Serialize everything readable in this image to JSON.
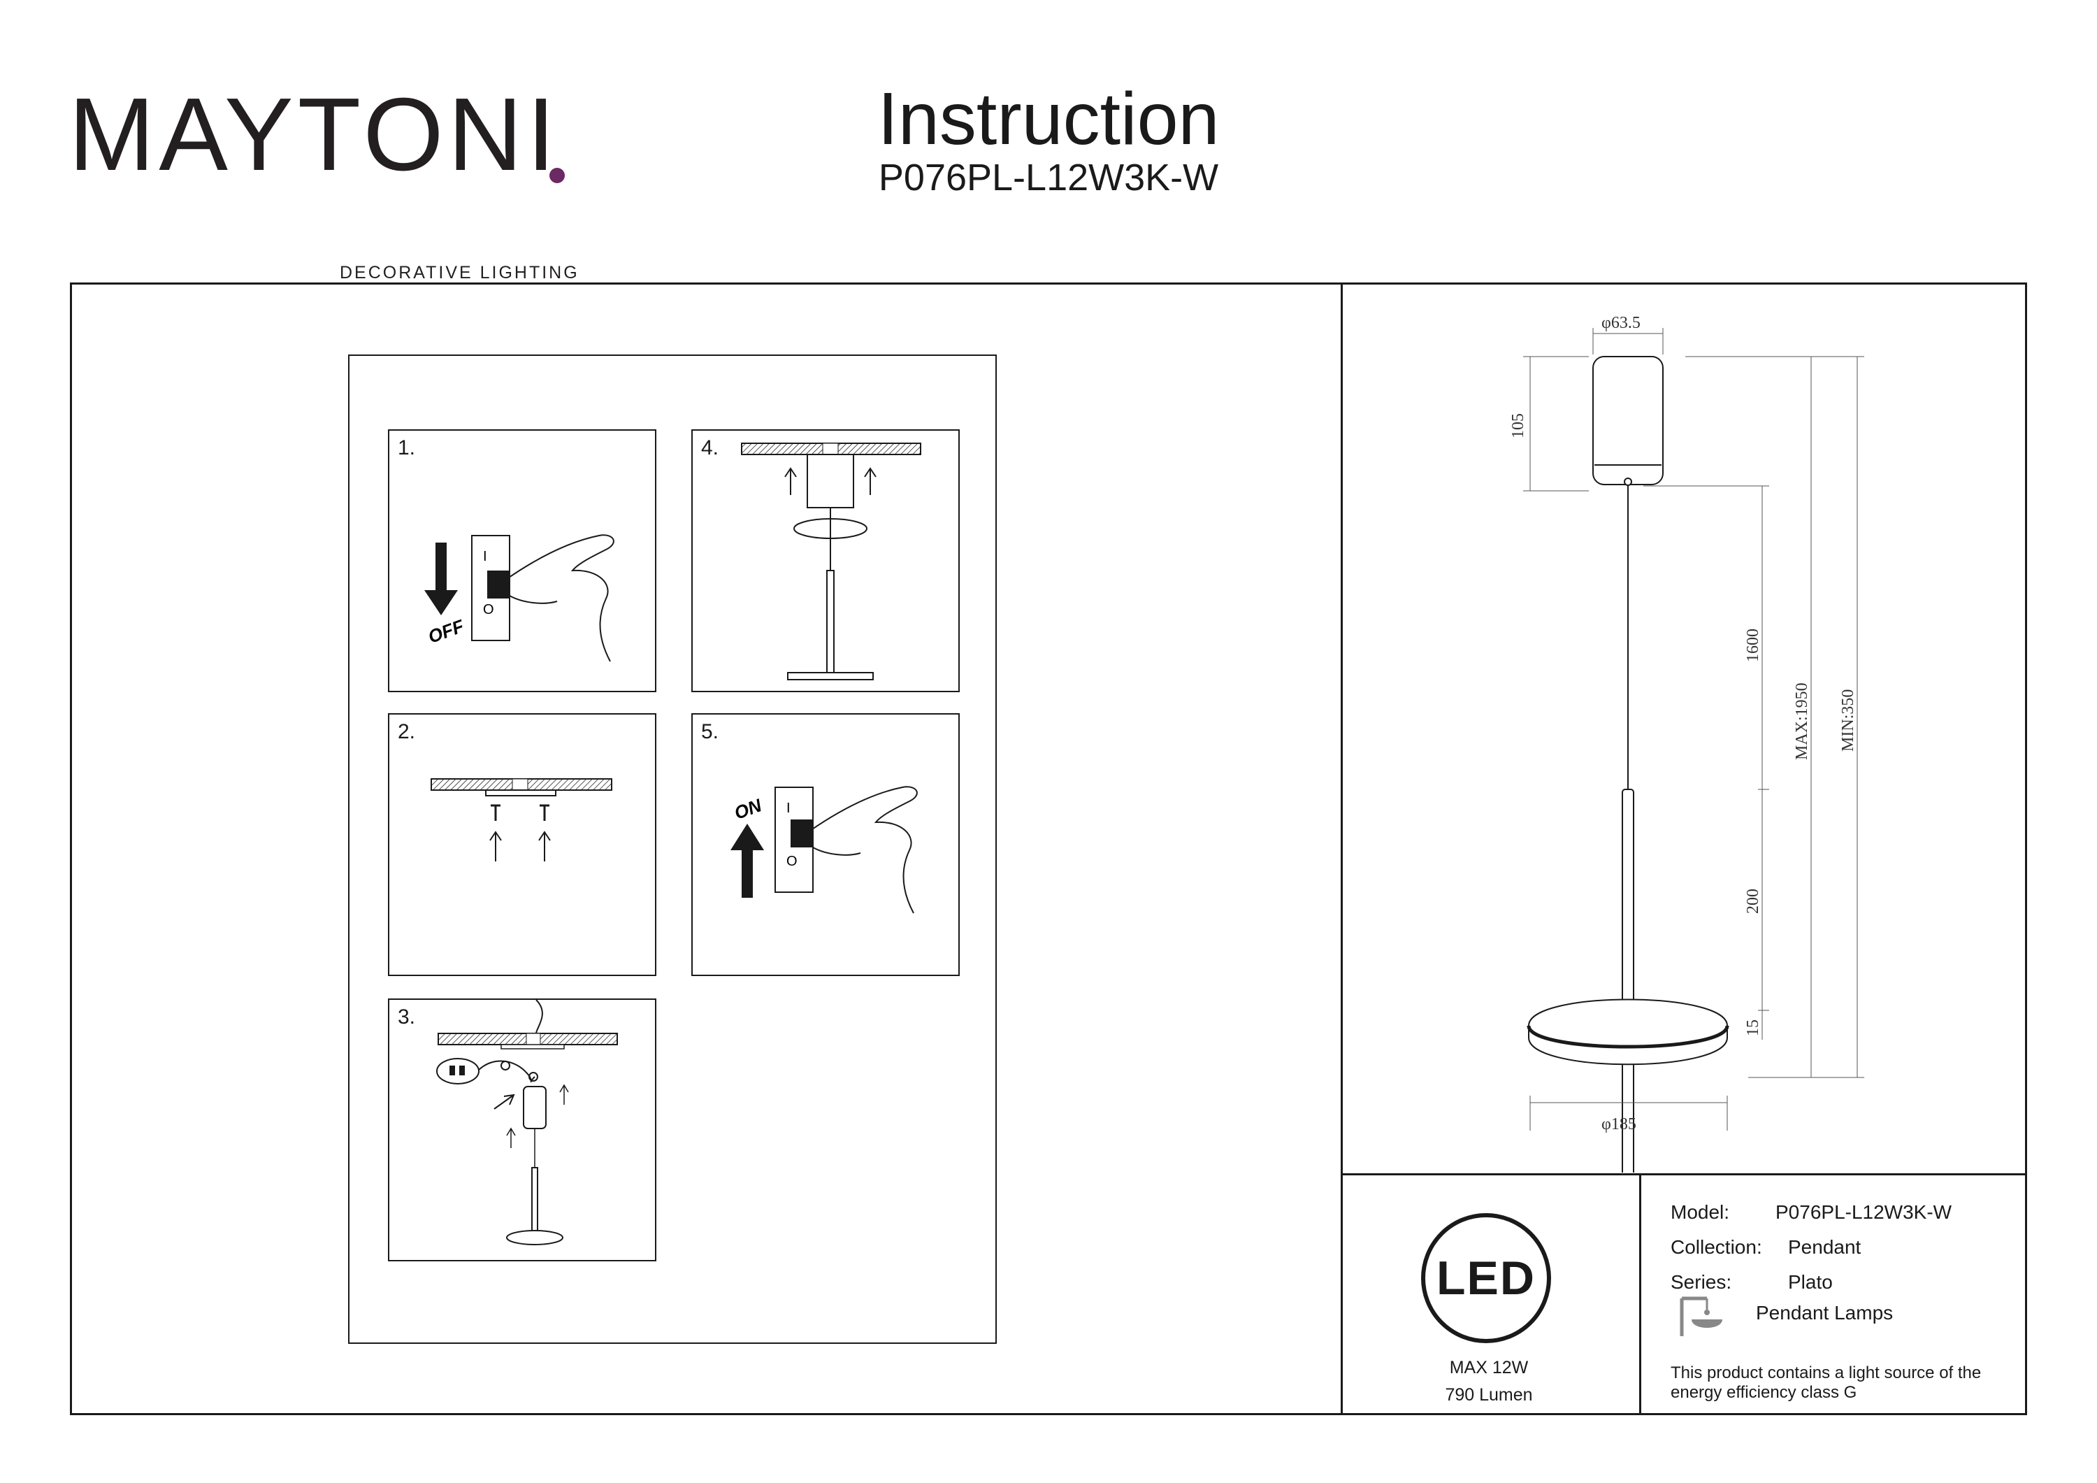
{
  "header": {
    "brand_name": "MAYTONI",
    "brand_tagline": "DECORATIVE LIGHTING",
    "title": "Instruction",
    "model_code": "P076PL-L12W3K-W"
  },
  "steps": [
    {
      "number": "1.",
      "caption": "OFF"
    },
    {
      "number": "2.",
      "caption": ""
    },
    {
      "number": "3.",
      "caption": ""
    },
    {
      "number": "4.",
      "caption": ""
    },
    {
      "number": "5.",
      "caption": "ON"
    }
  ],
  "switch_marks": {
    "on_mark": "I",
    "off_mark": "O"
  },
  "dimensions": {
    "canopy_diameter": "φ63.5",
    "canopy_height": "105",
    "cable_length": "1600",
    "rod_length": "200",
    "disc_thickness": "15",
    "disc_diameter": "φ185",
    "max_height": "MAX:1950",
    "min_height": "MIN:350"
  },
  "badge": {
    "led_text": "LED",
    "power": "MAX 12W",
    "lumen": "790 Lumen"
  },
  "specs": {
    "model_label": "Model:",
    "model_value": "P076PL-L12W3K-W",
    "collection_label": "Collection:",
    "collection_value": "Pendant",
    "series_label": "Series:",
    "series_value": "Plato",
    "category_value": "Pendant Lamps",
    "category_icon": "pendant-lamp-icon",
    "energy_note": "This product contains a light source of the energy efficiency class G"
  },
  "colors": {
    "brand_accent": "#6b2a64",
    "ink": "#1a1a1a"
  }
}
